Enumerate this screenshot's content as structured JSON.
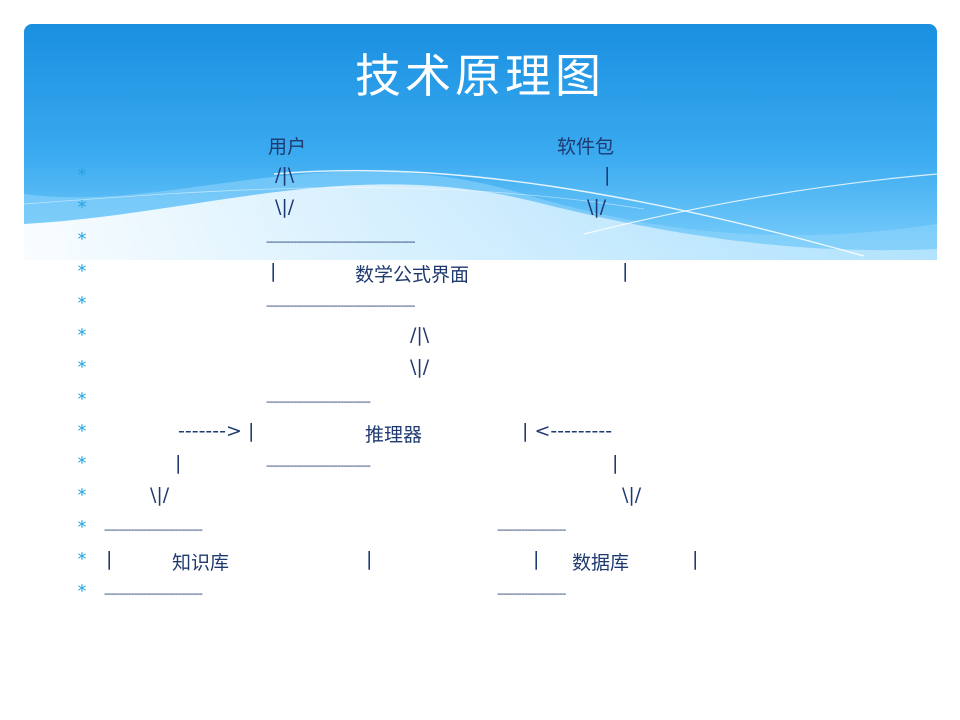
{
  "slide": {
    "title": "技术原理图",
    "bullet_char": "*"
  },
  "diagram": {
    "user": "用户",
    "package": "软件包",
    "up_down_arrow_top": "/|\\",
    "up_down_arrow_bottom": "\\|/",
    "pipe": "|",
    "math_ui": "数学公式界面",
    "reasoner": "推理器",
    "left_arrow_in": "-------> |",
    "right_arrow_in": "| <---------",
    "knowledge_base": "知识库",
    "database": "数据库",
    "dash_long": "--------------------------------------------------",
    "dash_mid": "-----------------------------------",
    "dash_kb": "---------------------------------",
    "dash_db": "-----------------------"
  }
}
